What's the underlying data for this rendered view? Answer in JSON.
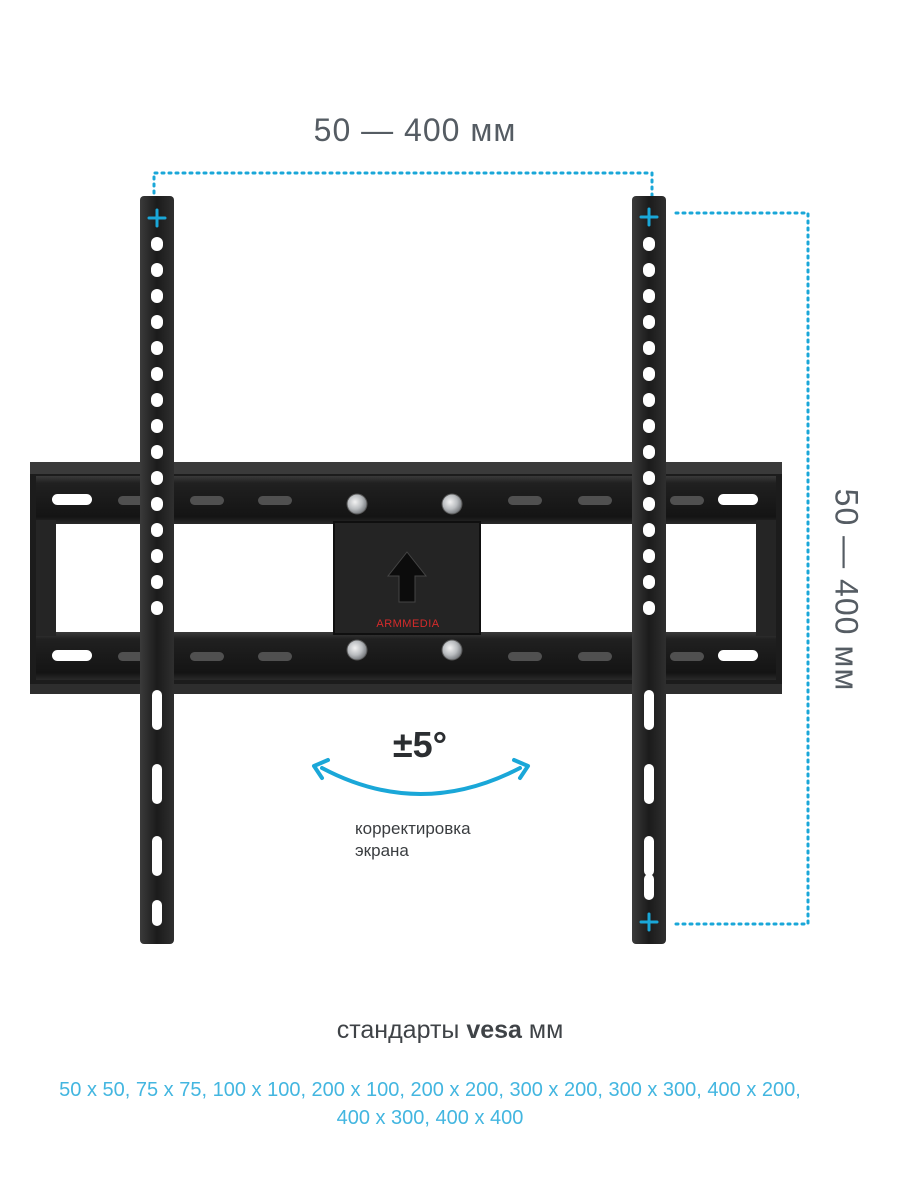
{
  "dimensions": {
    "width_label": "50 — 400 мм",
    "height_label": "50 — 400 мм"
  },
  "brand": {
    "logo_text": "ARMMEDIA"
  },
  "tilt": {
    "value": "±5°",
    "caption_line1": "корректировка",
    "caption_line2": "экрана"
  },
  "vesa": {
    "title_prefix": "стандарты ",
    "title_bold": "vesa",
    "title_suffix": " мм",
    "list": "50 x 50, 75 x 75, 100 x 100, 200 x 100, 200 x 200, 300 x 200, 300 x 300, 400 x 200, 400 x 300, 400 x 400"
  },
  "colors": {
    "accent": "#1aa7d8",
    "metal": "#1f1f1f",
    "logo": "#d62b2b",
    "list_text": "#43b6e0"
  },
  "icons": {
    "arrow": "up-arrow-icon",
    "rotate": "rotate-arc-icon",
    "mount_point": "plus-icon"
  }
}
